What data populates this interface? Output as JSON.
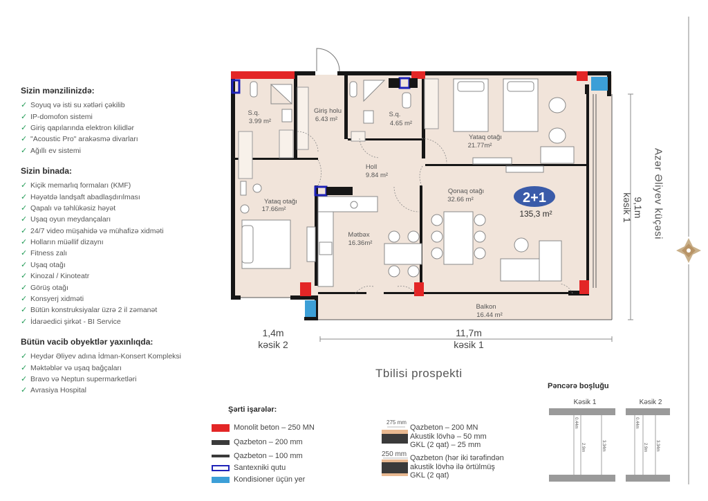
{
  "features_apartment": {
    "title": "Sizin mənzilinizdə:",
    "items": [
      "Soyuq və isti su xətləri çəkilib",
      "IP-domofon sistemi",
      "Giriş qapılarında elektron kilidlər",
      "\"Acoustic Pro\" arakəsmə divarları",
      "Ağıllı ev sistemi"
    ]
  },
  "features_building": {
    "title": "Sizin binada:",
    "items": [
      "Kiçik memarlıq formaları (KMF)",
      "Həyətdə landşaft abadlaşdırılması",
      "Qapalı və təhlükəsiz həyət",
      "Uşaq oyun meydançaları",
      "24/7 video müşahidə və mühafizə xidməti",
      "Holların müəllif dizaynı",
      "Fitness zalı",
      "Uşaq otağı",
      "Kinozal / Kinoteatr",
      "Görüş otağı",
      "Konsyerj xidməti",
      "Bütün konstruksiyalar üzrə 2 il zəmanət",
      "İdarəedici şirkət - BI Service"
    ]
  },
  "features_nearby": {
    "title": "Bütün vacib obyektlər yaxınlıqda:",
    "items": [
      "Heydər Əliyev adına İdman-Konsert Kompleksi",
      "Məktəblər və uşaq bağçaları",
      "Bravo və Neptun supermarketləri",
      "Avrasiya Hospital"
    ]
  },
  "rooms": {
    "su1": {
      "name": "S.q.",
      "area": "3.99 m²"
    },
    "entrance": {
      "name": "Giriş holu",
      "area": "6.43 m²"
    },
    "su2": {
      "name": "S.q.",
      "area": "4.65 m²"
    },
    "bedroom1": {
      "name": "Yataq otağı",
      "area": "21.77m²"
    },
    "hall": {
      "name": "Holl",
      "area": "9.84 m²"
    },
    "living": {
      "name": "Qonaq otağı",
      "area": "32.66 m²"
    },
    "bedroom2": {
      "name": "Yataq otağı",
      "area": "17.66m²"
    },
    "kitchen": {
      "name": "Mətbəx",
      "area": "16.36m²"
    },
    "balcony": {
      "name": "Balkon",
      "area": "16.44 m²"
    }
  },
  "apartment": {
    "type": "2+1",
    "area": "135,3 m²"
  },
  "dimensions": {
    "d1_value": "1,4m",
    "d1_label": "kəsik 2",
    "d2_value": "11,7m",
    "d2_label": "kəsik 1",
    "d3_value": "9,1m",
    "d3_label": "kəsik 1"
  },
  "streets": {
    "right": "Azər Əliyev küçəsi",
    "bottom": "Tbilisi prospekti"
  },
  "legend": {
    "title": "Şərti işarələr:",
    "items": [
      {
        "label": "Monolit beton – 250 MN",
        "color": "#e32626"
      },
      {
        "label": "Qazbeton – 200 mm",
        "color": "#3a3a3a"
      },
      {
        "label": "Qazbeton – 100 mm",
        "color": "#3a3a3a"
      },
      {
        "label": "Santexniki qutu",
        "color": "#1e22b8"
      },
      {
        "label": "Kondisioner üçün yer",
        "color": "#3c9fd7"
      }
    ],
    "wall1": {
      "mm": "275 mm",
      "lines": [
        "Qazbeton – 200 MN",
        "Akustik lövhə – 50 mm",
        "GKL (2 qat) – 25 mm"
      ]
    },
    "wall2": {
      "mm": "250 mm",
      "lines": [
        "Qazbeton (hər iki tərəfindən",
        "akustik lövhə ilə örtülmüş",
        "GKL (2 qat)"
      ]
    }
  },
  "window_section": {
    "title": "Pəncərə boşluğu",
    "s1": "Kəsik 1",
    "s2": "Kəsik 2",
    "h_top": "0.44m",
    "h_mid": "2.9m",
    "h_total": "3.34m"
  },
  "colors": {
    "floor": "#f1e4da",
    "wall": "#161616",
    "concrete": "#e32626",
    "plumbing": "#1e22b8",
    "ac": "#3c9fd7",
    "badge": "#3a5ba9",
    "check": "#1f9a54"
  }
}
